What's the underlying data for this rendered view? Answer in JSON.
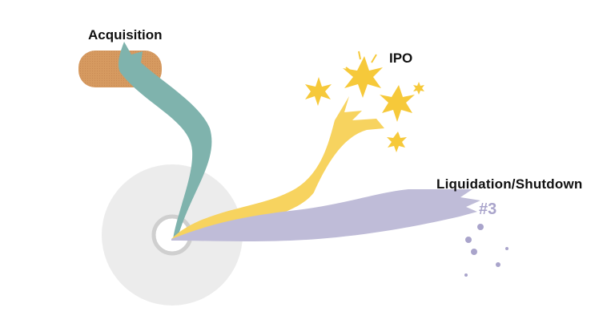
{
  "outcomes": {
    "acquisition": {
      "label": "Acquisition",
      "color": "#7fb3ad",
      "badge_color": "#d69a60"
    },
    "ipo": {
      "label": "IPO",
      "color": "#f7d35f",
      "star_color": "#f6c93a"
    },
    "liquidation": {
      "label": "Liquidation/Shutdown",
      "number": "#3",
      "color": "#bfbcd8",
      "number_color": "#a9a4cb"
    }
  },
  "hub": {
    "outer_color": "#ececec",
    "ring_color": "#cfcfcf"
  }
}
